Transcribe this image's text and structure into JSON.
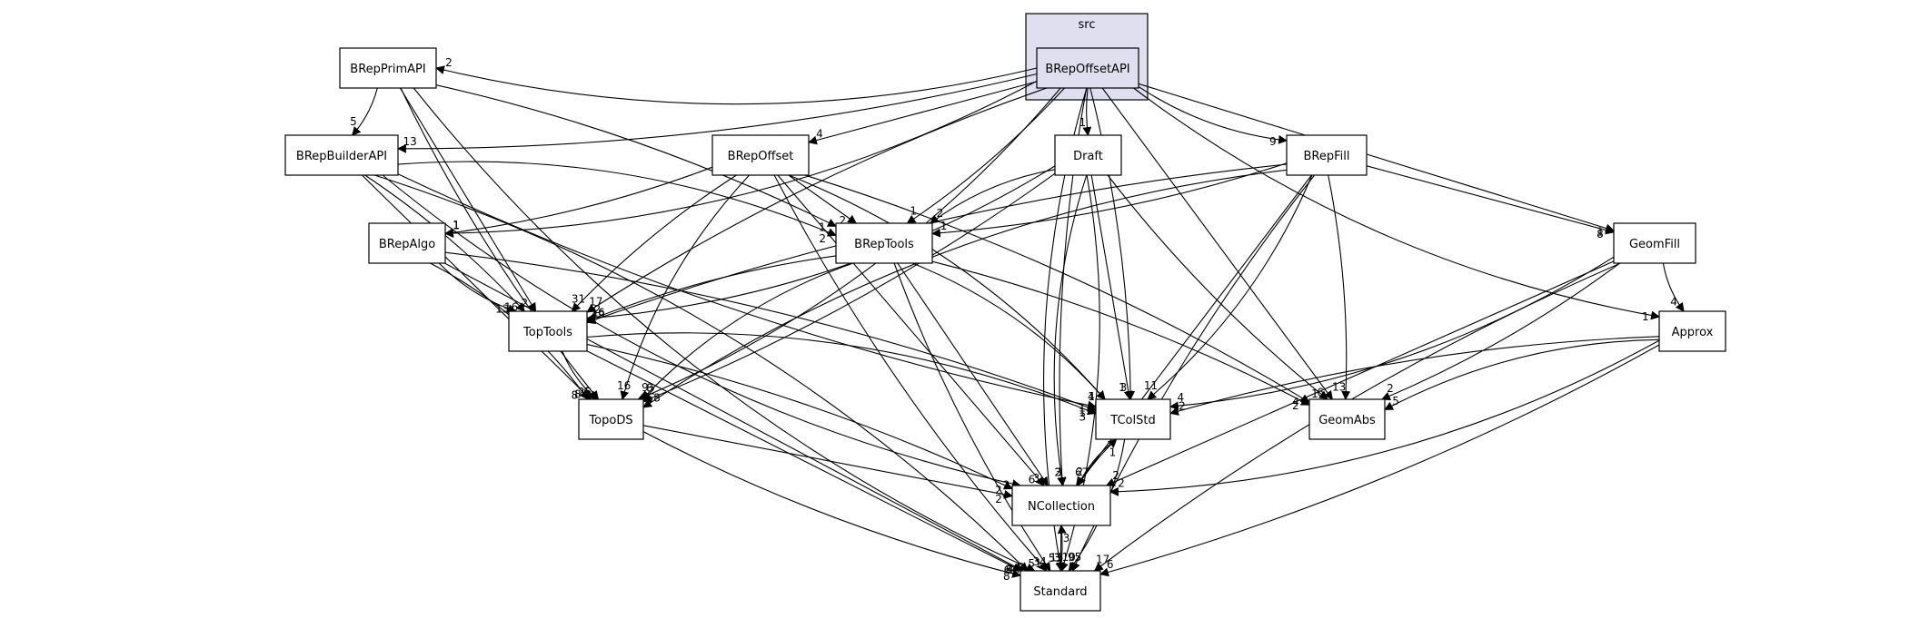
{
  "cluster": {
    "label": "src",
    "fill": "#dfdff0"
  },
  "nodes": [
    {
      "id": "BRepOffsetAPI",
      "label": "BRepOffsetAPI"
    },
    {
      "id": "BRepPrimAPI",
      "label": "BRepPrimAPI"
    },
    {
      "id": "BRepBuilderAPI",
      "label": "BRepBuilderAPI"
    },
    {
      "id": "BRepOffset",
      "label": "BRepOffset"
    },
    {
      "id": "Draft",
      "label": "Draft"
    },
    {
      "id": "BRepFill",
      "label": "BRepFill"
    },
    {
      "id": "BRepAlgo",
      "label": "BRepAlgo"
    },
    {
      "id": "BRepTools",
      "label": "BRepTools"
    },
    {
      "id": "GeomFill",
      "label": "GeomFill"
    },
    {
      "id": "TopTools",
      "label": "TopTools"
    },
    {
      "id": "Approx",
      "label": "Approx"
    },
    {
      "id": "TopoDS",
      "label": "TopoDS"
    },
    {
      "id": "TColStd",
      "label": "TColStd"
    },
    {
      "id": "GeomAbs",
      "label": "GeomAbs"
    },
    {
      "id": "NCollection",
      "label": "NCollection"
    },
    {
      "id": "Standard",
      "label": "Standard"
    }
  ],
  "edges": [
    {
      "from": "BRepOffsetAPI",
      "to": "BRepPrimAPI",
      "label": "2"
    },
    {
      "from": "BRepOffsetAPI",
      "to": "BRepBuilderAPI",
      "label": "13"
    },
    {
      "from": "BRepOffsetAPI",
      "to": "BRepOffset",
      "label": "4"
    },
    {
      "from": "BRepOffsetAPI",
      "to": "Draft",
      "label": "1"
    },
    {
      "from": "BRepOffsetAPI",
      "to": "BRepFill",
      "label": "9"
    },
    {
      "from": "BRepOffsetAPI",
      "to": "BRepAlgo",
      "label": "1"
    },
    {
      "from": "BRepOffsetAPI",
      "to": "BRepTools",
      "label": "1"
    },
    {
      "from": "BRepOffsetAPI",
      "to": "GeomFill",
      "label": "1"
    },
    {
      "from": "BRepOffsetAPI",
      "to": "TopTools",
      "label": "17"
    },
    {
      "from": "BRepOffsetAPI",
      "to": "Approx",
      "label": "1"
    },
    {
      "from": "BRepOffsetAPI",
      "to": "TopoDS",
      "label": "9"
    },
    {
      "from": "BRepOffsetAPI",
      "to": "TColStd",
      "label": "3"
    },
    {
      "from": "BRepOffsetAPI",
      "to": "GeomAbs",
      "label": "6"
    },
    {
      "from": "BRepOffsetAPI",
      "to": "NCollection",
      "label": "2"
    },
    {
      "from": "BRepOffsetAPI",
      "to": "Standard",
      "label": "15"
    },
    {
      "from": "BRepPrimAPI",
      "to": "BRepBuilderAPI",
      "label": "5"
    },
    {
      "from": "BRepPrimAPI",
      "to": "BRepTools",
      "label": "1"
    },
    {
      "from": "BRepPrimAPI",
      "to": "TopTools",
      "label": "2"
    },
    {
      "from": "BRepPrimAPI",
      "to": "TopoDS",
      "label": "6"
    },
    {
      "from": "BRepPrimAPI",
      "to": "Standard",
      "label": "9"
    },
    {
      "from": "BRepBuilderAPI",
      "to": "BRepTools",
      "label": "2"
    },
    {
      "from": "BRepBuilderAPI",
      "to": "TopTools",
      "label": "16"
    },
    {
      "from": "BRepBuilderAPI",
      "to": "TopoDS",
      "label": "8"
    },
    {
      "from": "BRepBuilderAPI",
      "to": "TColStd",
      "label": "1"
    },
    {
      "from": "BRepBuilderAPI",
      "to": "NCollection",
      "label": "2"
    },
    {
      "from": "BRepBuilderAPI",
      "to": "Standard",
      "label": "44"
    },
    {
      "from": "BRepOffset",
      "to": "BRepAlgo",
      "label": "1"
    },
    {
      "from": "BRepOffset",
      "to": "BRepTools",
      "label": "2"
    },
    {
      "from": "BRepOffset",
      "to": "TopTools",
      "label": "31"
    },
    {
      "from": "BRepOffset",
      "to": "TopoDS",
      "label": "16"
    },
    {
      "from": "BRepOffset",
      "to": "TColStd",
      "label": "1"
    },
    {
      "from": "BRepOffset",
      "to": "GeomAbs",
      "label": "4"
    },
    {
      "from": "BRepOffset",
      "to": "NCollection",
      "label": "6"
    },
    {
      "from": "BRepOffset",
      "to": "Standard",
      "label": "51"
    },
    {
      "from": "Draft",
      "to": "BRepTools",
      "label": "2"
    },
    {
      "from": "Draft",
      "to": "TopTools",
      "label": "2"
    },
    {
      "from": "Draft",
      "to": "TopoDS",
      "label": "2"
    },
    {
      "from": "Draft",
      "to": "TColStd",
      "label": "1"
    },
    {
      "from": "Draft",
      "to": "GeomAbs",
      "label": "1"
    },
    {
      "from": "Draft",
      "to": "NCollection",
      "label": "3"
    },
    {
      "from": "Draft",
      "to": "Standard",
      "label": "3"
    },
    {
      "from": "BRepFill",
      "to": "BRepTools",
      "label": "1"
    },
    {
      "from": "BRepFill",
      "to": "GeomFill",
      "label": "8"
    },
    {
      "from": "BRepFill",
      "to": "TopTools",
      "label": "49"
    },
    {
      "from": "BRepFill",
      "to": "TopoDS",
      "label": "58"
    },
    {
      "from": "BRepFill",
      "to": "TColStd",
      "label": "11"
    },
    {
      "from": "BRepFill",
      "to": "GeomAbs",
      "label": "13"
    },
    {
      "from": "BRepFill",
      "to": "NCollection",
      "label": "2"
    },
    {
      "from": "BRepFill",
      "to": "Standard",
      "label": "95"
    },
    {
      "from": "BRepAlgo",
      "to": "TopTools",
      "label": "13"
    },
    {
      "from": "BRepAlgo",
      "to": "TopoDS",
      "label": "8"
    },
    {
      "from": "BRepAlgo",
      "to": "TColStd",
      "label": "1"
    },
    {
      "from": "BRepAlgo",
      "to": "Standard",
      "label": "8"
    },
    {
      "from": "BRepTools",
      "to": "TopTools",
      "label": "16"
    },
    {
      "from": "BRepTools",
      "to": "TopoDS",
      "label": "8"
    },
    {
      "from": "BRepTools",
      "to": "TColStd",
      "label": "4"
    },
    {
      "from": "BRepTools",
      "to": "GeomAbs",
      "label": "2"
    },
    {
      "from": "BRepTools",
      "to": "NCollection",
      "label": "3"
    },
    {
      "from": "BRepTools",
      "to": "Standard",
      "label": "34"
    },
    {
      "from": "GeomFill",
      "to": "Approx",
      "label": "4"
    },
    {
      "from": "GeomFill",
      "to": "TColStd",
      "label": "4"
    },
    {
      "from": "GeomFill",
      "to": "GeomAbs",
      "label": "2"
    },
    {
      "from": "GeomFill",
      "to": "NCollection",
      "label": "2"
    },
    {
      "from": "GeomFill",
      "to": "Standard",
      "label": "17"
    },
    {
      "from": "TopTools",
      "to": "TopoDS",
      "label": "25"
    },
    {
      "from": "TopTools",
      "to": "TColStd",
      "label": "3"
    },
    {
      "from": "TopTools",
      "to": "NCollection",
      "label": "2"
    },
    {
      "from": "TopTools",
      "to": "Standard",
      "label": "6"
    },
    {
      "from": "Approx",
      "to": "TColStd",
      "label": "2"
    },
    {
      "from": "Approx",
      "to": "GeomAbs",
      "label": "5"
    },
    {
      "from": "Approx",
      "to": "NCollection",
      "label": "2"
    },
    {
      "from": "Approx",
      "to": "Standard",
      "label": "6"
    },
    {
      "from": "TopoDS",
      "to": "NCollection",
      "label": "2"
    },
    {
      "from": "TopoDS",
      "to": "Standard",
      "label": "8"
    },
    {
      "from": "TColStd",
      "to": "NCollection",
      "label": "67"
    },
    {
      "from": "TColStd",
      "to": "Standard",
      "label": "10"
    },
    {
      "from": "NCollection",
      "to": "TColStd",
      "label": "1"
    },
    {
      "from": "NCollection",
      "to": "Standard",
      "label": "53"
    },
    {
      "from": "Standard",
      "to": "NCollection",
      "label": "3"
    }
  ]
}
